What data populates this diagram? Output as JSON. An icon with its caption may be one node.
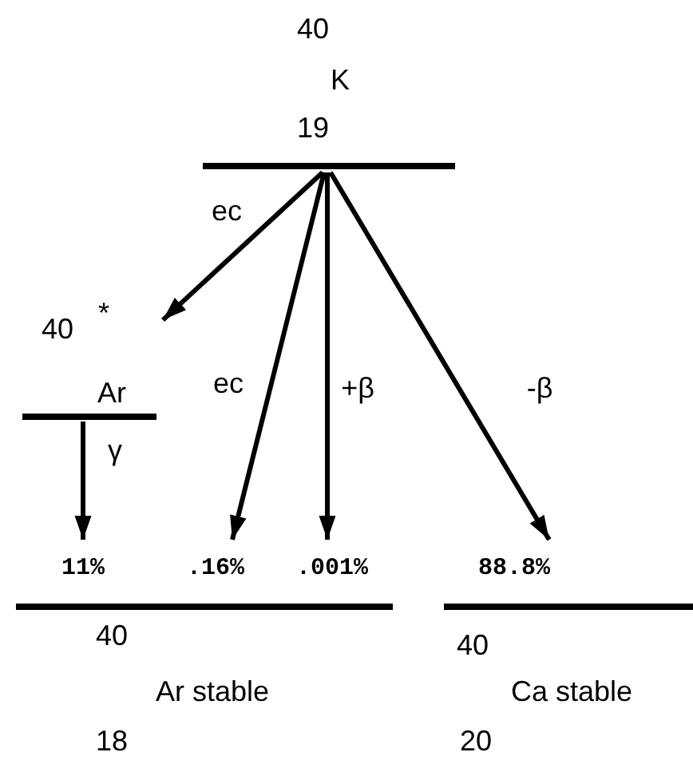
{
  "diagram": {
    "nodes": [
      {
        "text": [
          "40",
          "K",
          "19"
        ]
      },
      {
        "text": [
          "40",
          "*",
          "Ar"
        ]
      },
      {
        "text": [
          "40",
          "Ar stable",
          "18"
        ]
      },
      {
        "text": [
          "40",
          "Ca stable",
          "20"
        ]
      }
    ],
    "edges": [
      {
        "from": 0,
        "to": 1,
        "arrow": "to",
        "label": "ec"
      },
      {
        "from": 1,
        "to": 2,
        "arrow": "to",
        "label": "γ"
      },
      {
        "from": 0,
        "to": 2,
        "arrow": "to",
        "label": "ec"
      },
      {
        "from": 0,
        "to": 2,
        "arrow": "to",
        "label": "+β"
      },
      {
        "from": 0,
        "to": 3,
        "arrow": "to",
        "label": "-β"
      }
    ],
    "labels": [
      "11%",
      ".16%",
      ".001%",
      "88.8%"
    ]
  }
}
